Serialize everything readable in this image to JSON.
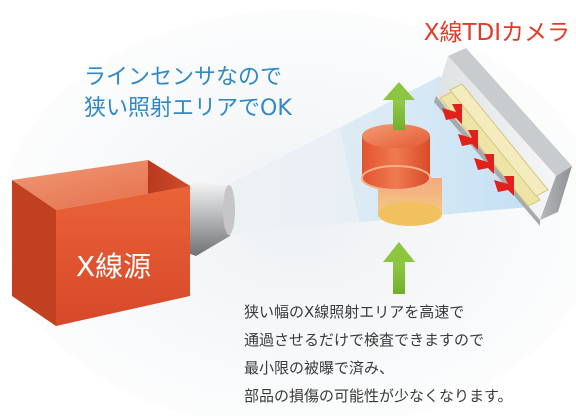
{
  "camera_title": "X線TDIカメラ",
  "headline": {
    "line1": "ラインセンサなので",
    "line2": "狭い照射エリアでOK"
  },
  "source_label": "X線源",
  "description": {
    "line1": "狭い幅のX線照射エリアを高速で",
    "line2": "通過させるだけで検査できますので",
    "line3": "最小限の被曝で済み、",
    "line4": "部品の損傷の可能性が少なくなります。"
  },
  "colors": {
    "camera_title": "#e23a27",
    "headline": "#2f89c6",
    "source_cube": "#e4572e",
    "green_arrow": "#8cc63f",
    "red_arrow": "#e2211c",
    "beam": "#cfe6f5",
    "sensor_strip": "#efe4a8"
  }
}
